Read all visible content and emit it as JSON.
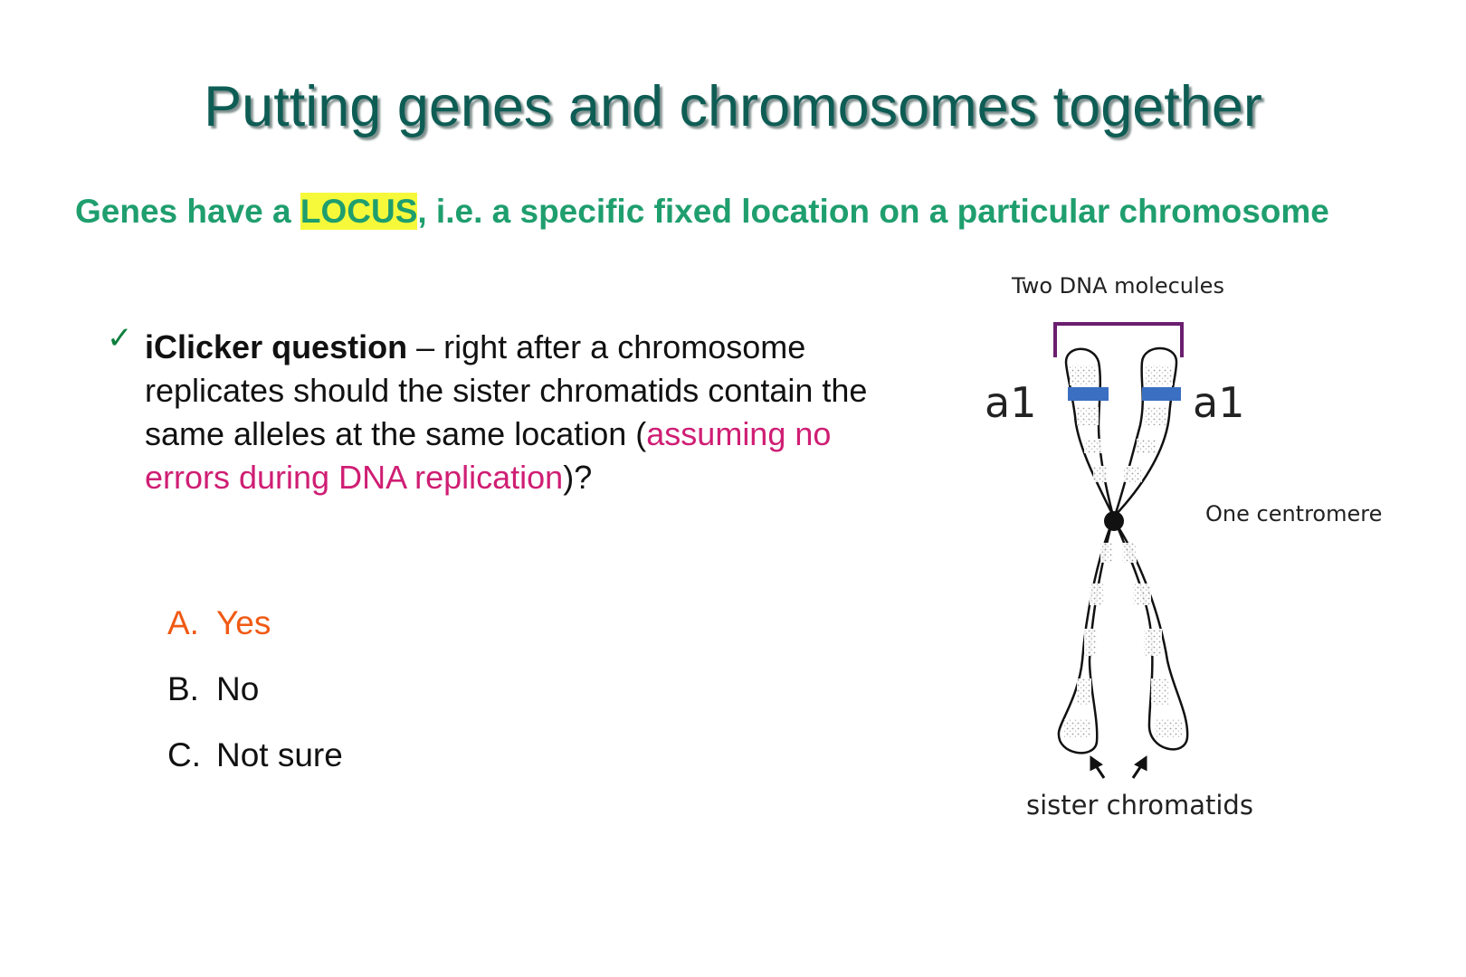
{
  "title": "Putting genes and chromosomes together",
  "subtitle": {
    "before": "Genes have a ",
    "highlight": "LOCUS",
    "after": ", i.e. a specific fixed location on a particular chromosome"
  },
  "question": {
    "bullet_icon": "checkmark-icon",
    "bold": "iClicker question",
    "text1": " – right after a chromosome replicates should the sister chromatids contain the same alleles at the same location (",
    "emphasis": "assuming no errors during DNA replication",
    "text2": ")?"
  },
  "answers": [
    {
      "letter": "A.",
      "text": "Yes"
    },
    {
      "letter": "B.",
      "text": "No"
    },
    {
      "letter": "C.",
      "text": "Not sure"
    }
  ],
  "figure": {
    "top_label": "Two DNA molecules",
    "allele_left": "a1",
    "allele_right": "a1",
    "centromere_label": "One centromere",
    "bottom_label": "sister chromatids"
  },
  "colors": {
    "title": "#0e5d55",
    "subtitle": "#1f9e6e",
    "highlight": "#f6f93a",
    "emphasis": "#cf1e74",
    "answer_highlight": "#f05a14",
    "bracket": "#6b1f6e",
    "locus_band": "#3b6fc2"
  }
}
